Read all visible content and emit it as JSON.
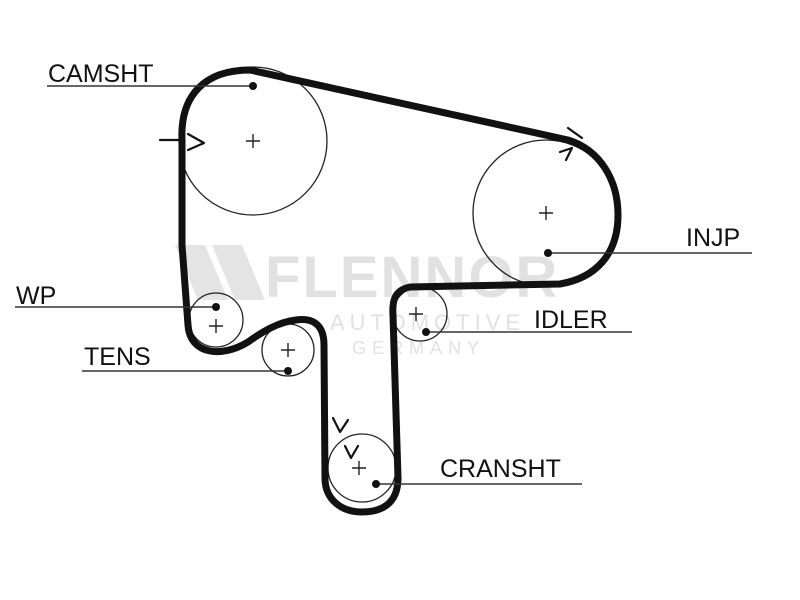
{
  "watermark": {
    "brand": "FLENNOR",
    "line1": "AUTOMOTIVE",
    "line2": "GERMANY",
    "color": "#c9c9c9"
  },
  "labels": {
    "camshaft": "CAMSHT",
    "injection_pump": "INJP",
    "water_pump": "WP",
    "idler": "IDLER",
    "tensioner": "TENS",
    "crankshaft": "CRANSHT"
  },
  "colors": {
    "belt": "#111111",
    "pulley_outline": "#222222",
    "background": "#ffffff"
  }
}
